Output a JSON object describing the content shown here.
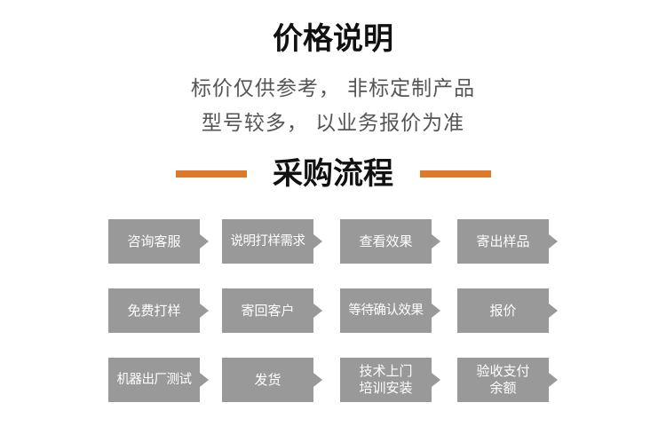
{
  "price_section": {
    "title": "价格说明",
    "note_line_1": "标价仅供参考， 非标定制产品",
    "note_line_2": "型号较多， 以业务报价为准"
  },
  "process_section": {
    "title": "采购流程",
    "accent_color": "#e0782a",
    "step_color": "#999999",
    "steps": [
      "咨询客服",
      "说明打样需求",
      "查看效果",
      "寄出样品",
      "免费打样",
      "寄回客户",
      "等待确认效果",
      "报价",
      "机器出厂测试",
      "发货",
      "技术上门\n培训安装",
      "验收支付\n余额"
    ]
  }
}
